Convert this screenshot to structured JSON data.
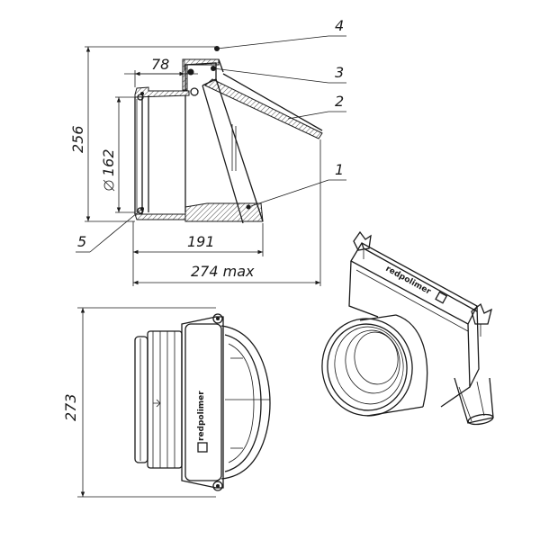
{
  "dimensions": {
    "top_width": "78",
    "diameter": "162",
    "height": "256",
    "body_length": "191",
    "max_length": "274 max",
    "front_height": "273"
  },
  "callouts": {
    "c1": "1",
    "c2": "2",
    "c3": "3",
    "c4": "4",
    "c5": "5"
  },
  "brand": {
    "front": "redpolimer",
    "iso": "redpolimer"
  }
}
